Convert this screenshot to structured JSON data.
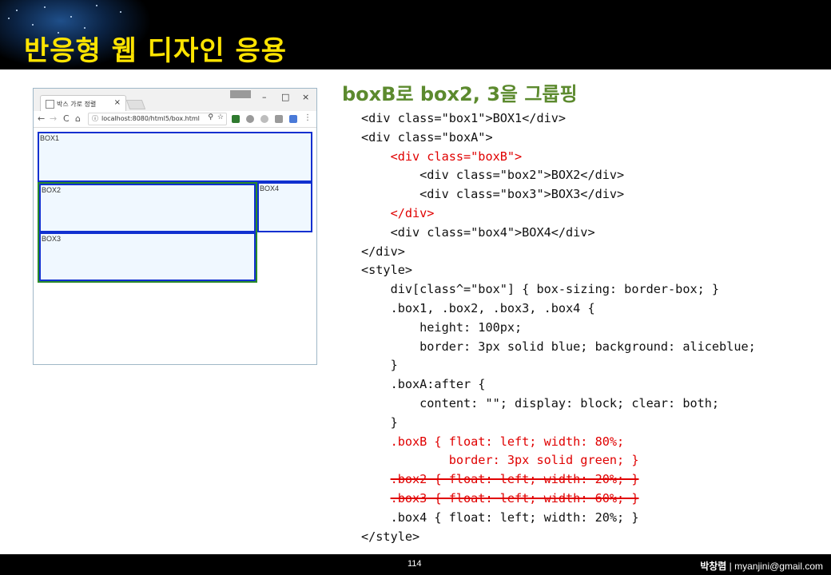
{
  "slide": {
    "title": "반응형 웹 디자인 응용",
    "subtitle": "boxB로 box2, 3을 그룹핑",
    "page_number": "114",
    "author_name": "박창렴",
    "author_sep": " | ",
    "author_email": "myanjini@gmail.com"
  },
  "browser": {
    "tab_title": "박스 가로 정렬",
    "tab_close": "×",
    "window_controls": [
      "–",
      "□",
      "×"
    ],
    "nav": {
      "back": "←",
      "forward": "→",
      "reload": "C",
      "home": "⌂"
    },
    "info_icon": "ⓘ",
    "url": "localhost:8080/html5/box.html",
    "zoom_icon": "⚲",
    "star_icon": "☆",
    "menu_icon": "⋮",
    "extension_colors": [
      "#2f7a2f",
      "#9a9a9a",
      "#bdbdbd",
      "#9a9a9a",
      "#4a7ad8"
    ]
  },
  "preview": {
    "box1": "BOX1",
    "box2": "BOX2",
    "box3": "BOX3",
    "box4": "BOX4",
    "box_background": "#f0f8ff",
    "box_border": "#1030d0",
    "boxB_border": "#2a8a2a"
  },
  "code_lines": [
    {
      "text": "<div class=\"box1\">BOX1</div>",
      "color": "black",
      "strike": false
    },
    {
      "text": "<div class=\"boxA\">",
      "color": "black",
      "strike": false
    },
    {
      "text": "    <div class=\"boxB\">",
      "color": "red",
      "strike": false
    },
    {
      "text": "        <div class=\"box2\">BOX2</div>",
      "color": "black",
      "strike": false
    },
    {
      "text": "        <div class=\"box3\">BOX3</div>",
      "color": "black",
      "strike": false
    },
    {
      "text": "    </div>",
      "color": "red",
      "strike": false
    },
    {
      "text": "    <div class=\"box4\">BOX4</div>",
      "color": "black",
      "strike": false
    },
    {
      "text": "</div>",
      "color": "black",
      "strike": false
    },
    {
      "text": "<style>",
      "color": "black",
      "strike": false
    },
    {
      "text": "    div[class^=\"box\"] { box-sizing: border-box; }",
      "color": "black",
      "strike": false
    },
    {
      "text": "    .box1, .box2, .box3, .box4 {",
      "color": "black",
      "strike": false
    },
    {
      "text": "        height: 100px;",
      "color": "black",
      "strike": false
    },
    {
      "text": "        border: 3px solid blue; background: aliceblue;",
      "color": "black",
      "strike": false
    },
    {
      "text": "    }",
      "color": "black",
      "strike": false
    },
    {
      "text": "    .boxA:after {",
      "color": "black",
      "strike": false
    },
    {
      "text": "        content: \"\"; display: block; clear: both;",
      "color": "black",
      "strike": false
    },
    {
      "text": "    }",
      "color": "black",
      "strike": false
    },
    {
      "text": "    .boxB { float: left; width: 80%;",
      "color": "red",
      "strike": false
    },
    {
      "text": "            border: 3px solid green; }",
      "color": "red",
      "strike": false
    },
    {
      "text": "    .box2 { float: left; width: 20%; }",
      "color": "red",
      "strike": true
    },
    {
      "text": "    .box3 { float: left; width: 60%; }",
      "color": "red",
      "strike": true
    },
    {
      "text": "    .box4 { float: left; width: 20%; }",
      "color": "black",
      "strike": false
    },
    {
      "text": "</style>",
      "color": "black",
      "strike": false
    }
  ]
}
